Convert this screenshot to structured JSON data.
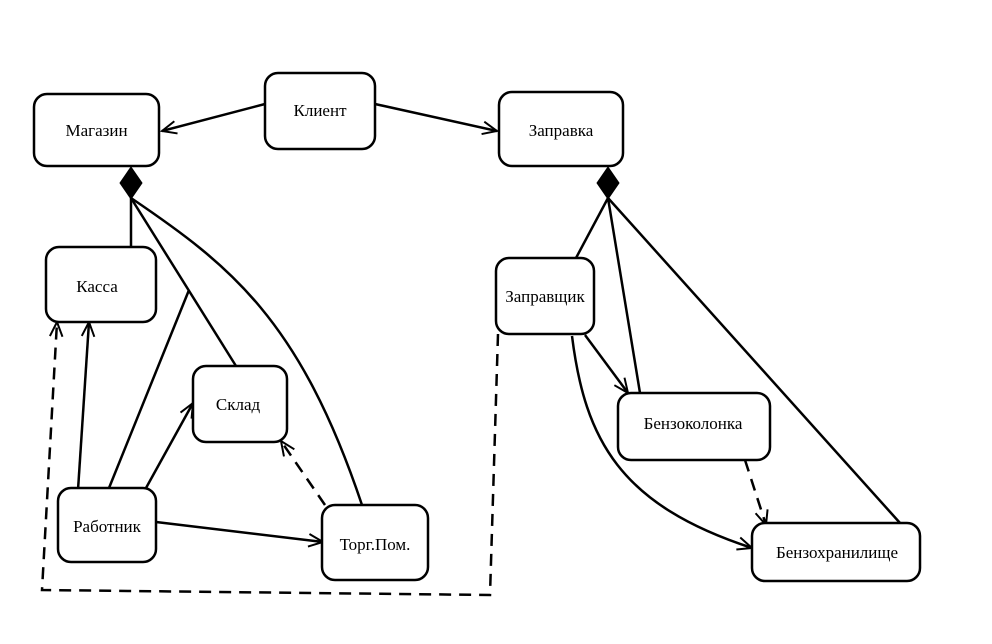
{
  "diagram": {
    "nodes": {
      "magazin": "Магазин",
      "klient": "Клиент",
      "zapravka": "Заправка",
      "kassa": "Касса",
      "sklad": "Склад",
      "rabotnik": "Работник",
      "torg_pom": "Торг.Пом.",
      "zapravshchik": "Заправщик",
      "benzokolonka": "Бензоколонка",
      "benzokhranilishche": "Бензохранилище"
    }
  }
}
